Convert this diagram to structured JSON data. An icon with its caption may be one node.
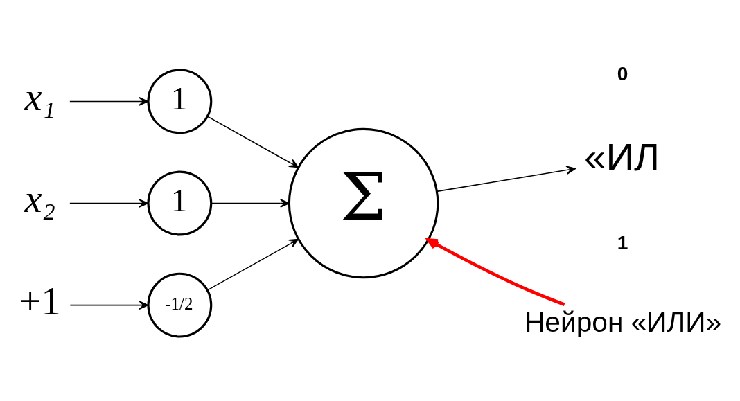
{
  "diagram": {
    "nodes": [
      {
        "text": [
          "x₁"
        ]
      },
      {
        "text": [
          "1"
        ]
      },
      {
        "text": [
          "x₂"
        ]
      },
      {
        "text": [
          "1"
        ]
      },
      {
        "text": [
          "+1"
        ]
      },
      {
        "text": [
          "-1/2"
        ]
      },
      {
        "text": [
          "Σ"
        ]
      },
      {
        "text": [
          "«ИЛ"
        ]
      },
      {
        "text": [
          "Нейрон «ИЛИ»"
        ]
      }
    ],
    "edges": [
      {
        "from": 0,
        "to": 1,
        "arrow": "to"
      },
      {
        "from": 1,
        "to": 6,
        "arrow": "to"
      },
      {
        "from": 2,
        "to": 3,
        "arrow": "to"
      },
      {
        "from": 3,
        "to": 6,
        "arrow": "to"
      },
      {
        "from": 4,
        "to": 5,
        "arrow": "to"
      },
      {
        "from": 5,
        "to": 6,
        "arrow": "to"
      },
      {
        "from": 6,
        "to": 7,
        "arrow": "to"
      },
      {
        "from": 8,
        "to": 6,
        "arrow": "to",
        "style": "thick",
        "color": "#ff0000"
      }
    ],
    "labels": [
      "1",
      "0"
    ]
  }
}
